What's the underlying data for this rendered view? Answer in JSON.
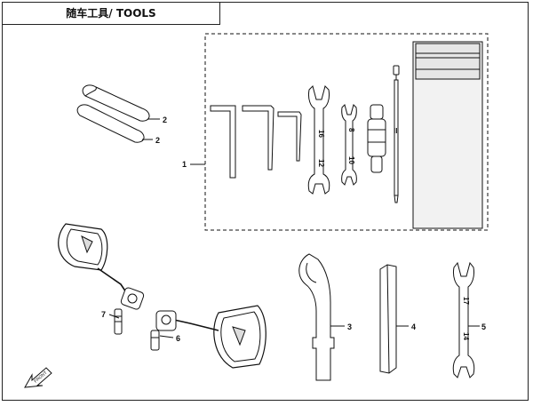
{
  "page": {
    "title": "随车工具/ TOOLS"
  },
  "callouts": {
    "part_1": "1",
    "part_2a": "2",
    "part_2b": "2",
    "part_3": "3",
    "part_4": "4",
    "part_5": "5",
    "part_6": "6",
    "part_7": "7"
  },
  "tool_marks": {
    "wrench_large_top": "16",
    "wrench_large_bottom": "12",
    "wrench_small_top": "8",
    "wrench_small_bottom": "10",
    "screwdriver_mark": "II",
    "wrench_5_top": "17",
    "wrench_5_bottom": "14"
  },
  "arrow_label": "FRONT"
}
